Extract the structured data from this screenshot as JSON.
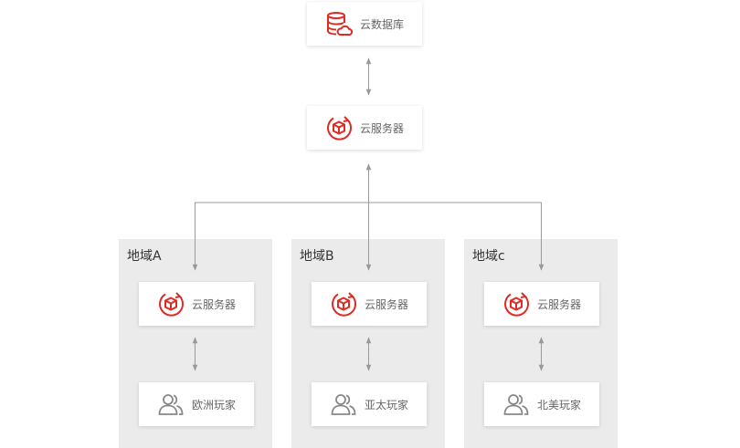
{
  "colors": {
    "accent": "#e02b24",
    "line": "#999999",
    "region_bg": "#ebebeb",
    "text": "#666666"
  },
  "top": {
    "database": {
      "label": "云数据库",
      "icon": "database-cloud-icon"
    },
    "server": {
      "label": "云服务器",
      "icon": "server-cube-icon"
    }
  },
  "regions": [
    {
      "name": "地域A",
      "server_label": "云服务器",
      "players_label": "欧洲玩家"
    },
    {
      "name": "地域B",
      "server_label": "云服务器",
      "players_label": "亚太玩家"
    },
    {
      "name": "地域c",
      "server_label": "云服务器",
      "players_label": "北美玩家"
    }
  ]
}
